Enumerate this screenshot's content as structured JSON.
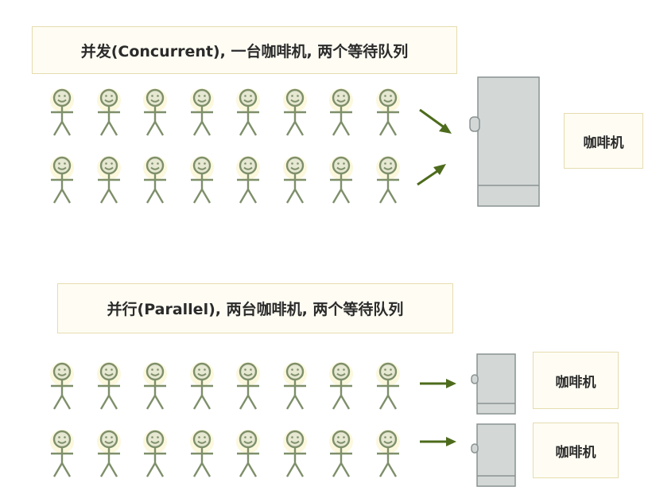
{
  "concurrent": {
    "title": "并发(Concurrent), 一台咖啡机, 两个等待队列",
    "machine_label": "咖啡机",
    "queues": [
      {
        "people": 8
      },
      {
        "people": 8
      }
    ]
  },
  "parallel": {
    "title": "并行(Parallel), 两台咖啡机, 两个等待队列",
    "machine_labels": [
      "咖啡机",
      "咖啡机"
    ],
    "queues": [
      {
        "people": 8
      },
      {
        "people": 8
      }
    ]
  },
  "colors": {
    "person_stroke": "#7e8f6a",
    "face_fill": "#e6e8d2",
    "person_glow": "#fbf8de",
    "arrow": "#4d6b1c",
    "machine_fill": "#d3d8d7",
    "machine_stroke": "#8a9292",
    "label_bg": "#fffdf3",
    "label_border": "#e6dcb0"
  }
}
